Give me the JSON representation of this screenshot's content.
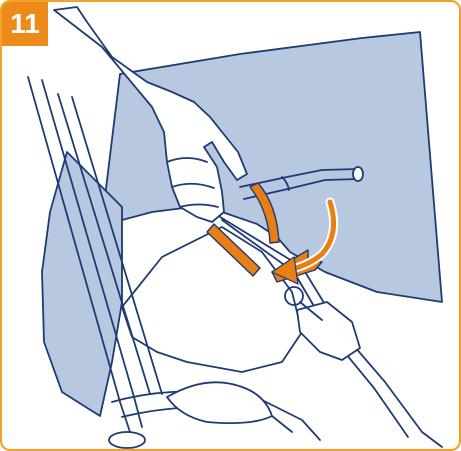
{
  "step": {
    "number": "11"
  },
  "colors": {
    "frame": "#f0a22b",
    "badge": "#ec8a1a",
    "canopy": "#b9c8e1",
    "outline": "#1f3b74",
    "highlight": "#e87f14"
  },
  "illustration": {
    "icon": "stroller-canopy-fold-illustration",
    "parts": [
      "hand-icon",
      "canopy",
      "stroller-frame",
      "fold-arrow-icon",
      "highlight-marks"
    ]
  }
}
